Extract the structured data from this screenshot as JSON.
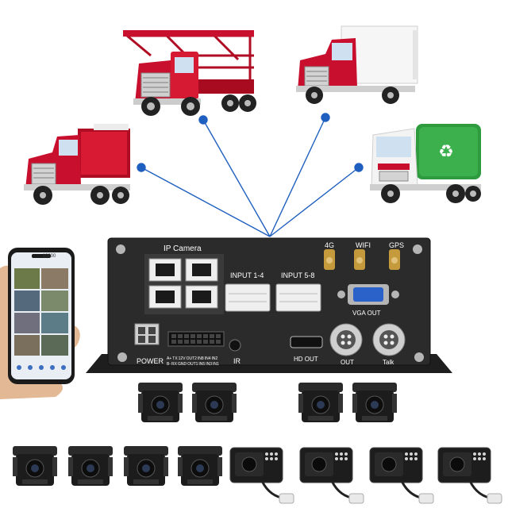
{
  "device": {
    "ip_camera_label": "IP Camera",
    "input_1_4": "INPUT 1-4",
    "input_5_8": "INPUT 5-8",
    "antenna_4g": "4G",
    "antenna_wifi": "WIFI",
    "antenna_gps": "GPS",
    "vga_out": "VGA OUT",
    "power": "POWER",
    "ir": "IR",
    "hd_out": "HD OUT",
    "out": "OUT",
    "talk": "Talk",
    "pin_row_1": [
      "A+",
      "TX",
      "12V",
      "OUT2",
      "IN8",
      "IN4",
      "IN2"
    ],
    "pin_row_2": [
      "B-",
      "RX",
      "GND",
      "OUT1",
      "IN5",
      "IN3",
      "IN1"
    ]
  },
  "phone": {
    "app_title": "10000"
  },
  "colors": {
    "device_body": "#2b2b2b",
    "connection_line": "#1f5fbf",
    "truck_red": "#c8102e",
    "garbage_green": "#2e9b3f",
    "phone_screen": "#e9eef5"
  }
}
